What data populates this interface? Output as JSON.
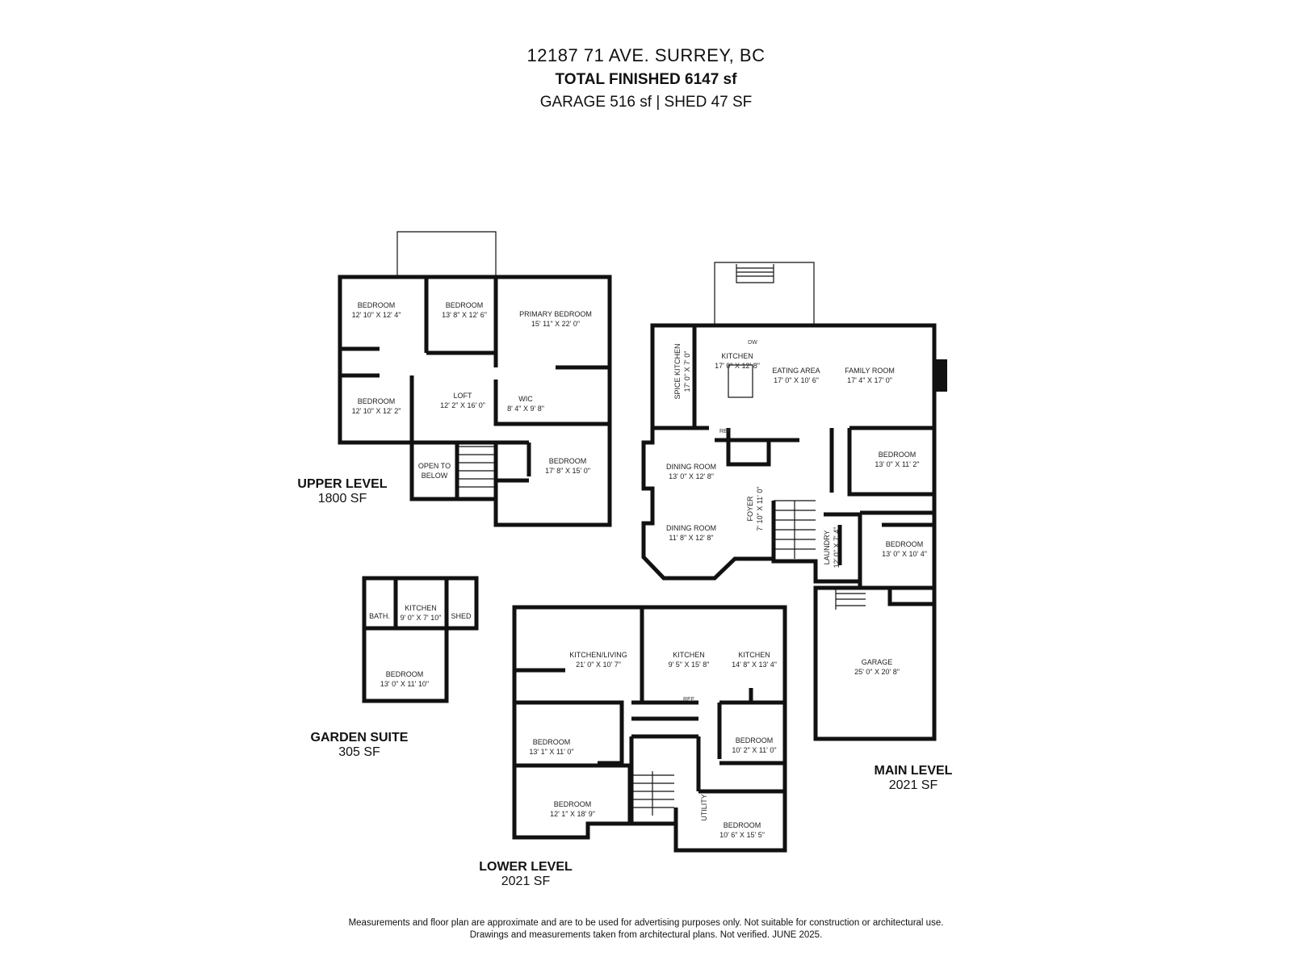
{
  "header": {
    "address": "12187 71 AVE. SURREY, BC",
    "total": "TOTAL FINISHED 6147 sf",
    "extras": "GARAGE  516 sf  |  SHED  47 SF"
  },
  "levels": {
    "upper": {
      "name": "UPPER LEVEL",
      "area": "1800 SF"
    },
    "main": {
      "name": "MAIN LEVEL",
      "area": "2021 SF"
    },
    "lower": {
      "name": "LOWER LEVEL",
      "area": "2021 SF"
    },
    "garden": {
      "name": "GARDEN SUITE",
      "area": "305 SF"
    }
  },
  "rooms": {
    "upper": [
      {
        "name": "BEDROOM",
        "dims": "12' 10\" X 12' 4\""
      },
      {
        "name": "BEDROOM",
        "dims": "13' 8\" X 12' 6\""
      },
      {
        "name": "PRIMARY BEDROOM",
        "dims": "15' 11\" X 22' 0\""
      },
      {
        "name": "BEDROOM",
        "dims": "12' 10\" X 12' 2\""
      },
      {
        "name": "LOFT",
        "dims": "12' 2\" X 16' 0\""
      },
      {
        "name": "WIC",
        "dims": "8' 4\" X 9' 8\""
      },
      {
        "name": "OPEN TO",
        "dims": "BELOW"
      },
      {
        "name": "BEDROOM",
        "dims": "17' 8\" X 15' 0\""
      }
    ],
    "main": [
      {
        "name": "SPICE KITCHEN",
        "dims": "17' 0\" X 7' 0\""
      },
      {
        "name": "KITCHEN",
        "dims": "17' 0\" X 12' 8\""
      },
      {
        "name": "EATING AREA",
        "dims": "17' 0\" X 10' 6\""
      },
      {
        "name": "FAMILY ROOM",
        "dims": "17' 4\" X 17' 0\""
      },
      {
        "name": "DINING ROOM",
        "dims": "13' 0\" X 12' 8\""
      },
      {
        "name": "BEDROOM",
        "dims": "13' 0\" X 11' 2\""
      },
      {
        "name": "FOYER",
        "dims": "7' 10\" X 11' 0\""
      },
      {
        "name": "DINING ROOM",
        "dims": "11' 8\" X 12' 8\""
      },
      {
        "name": "LAUNDRY",
        "dims": "12' 0\" X 7' 4\""
      },
      {
        "name": "BEDROOM",
        "dims": "13' 0\" X 10' 4\""
      },
      {
        "name": "GARAGE",
        "dims": "25' 0\" X 20' 8\""
      }
    ],
    "lower": [
      {
        "name": "KITCHEN/LIVING",
        "dims": "21' 0\" X 10' 7\""
      },
      {
        "name": "KITCHEN",
        "dims": "9' 5\" X 15' 8\""
      },
      {
        "name": "KITCHEN",
        "dims": "14' 8\" X 13' 4\""
      },
      {
        "name": "BEDROOM",
        "dims": "13' 1\" X 11' 0\""
      },
      {
        "name": "BEDROOM",
        "dims": "10' 2\" X 11' 0\""
      },
      {
        "name": "BEDROOM",
        "dims": "12' 1\" X 18' 9\""
      },
      {
        "name": "UTILITY",
        "dims": ""
      },
      {
        "name": "BEDROOM",
        "dims": "10' 6\" X 15' 5\""
      }
    ],
    "garden": [
      {
        "name": "BATH.",
        "dims": ""
      },
      {
        "name": "KITCHEN",
        "dims": "9' 0\" X 7' 10\""
      },
      {
        "name": "SHED",
        "dims": ""
      },
      {
        "name": "BEDROOM",
        "dims": "13' 0\" X 11' 10\""
      }
    ]
  },
  "fixtures": {
    "dw": "DW",
    "ref": "REF"
  },
  "footer": {
    "line1": "Measurements and floor plan are approximate and are to be used for advertising purposes only. Not suitable for construction or architectural use.",
    "line2": "Drawings and measurements taken from architectural plans. Not verified. JUNE 2025."
  }
}
